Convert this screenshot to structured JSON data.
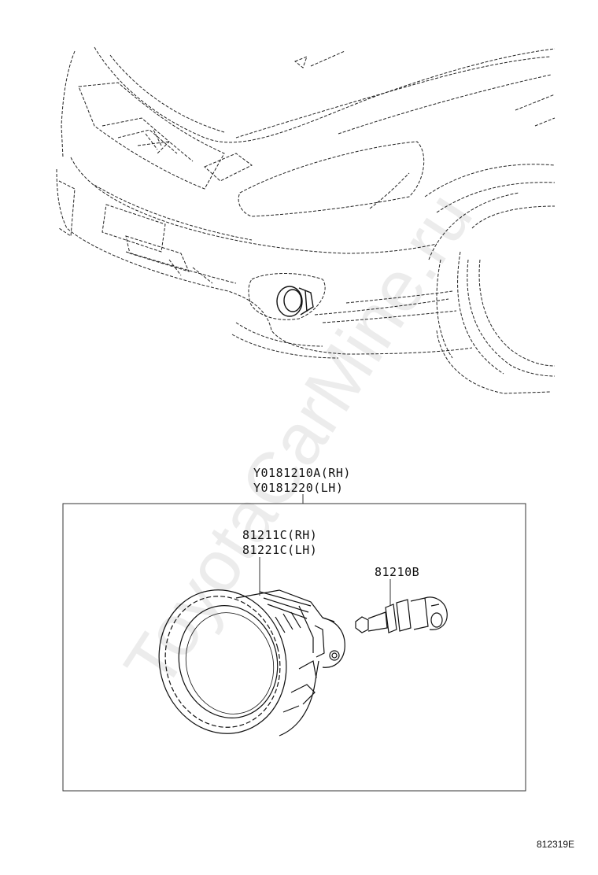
{
  "watermark": "ToyotaCarMine.ru",
  "assembly": {
    "line1": "Y0181210A(RH)",
    "line2": "Y0181220(LH)"
  },
  "lamp_unit": {
    "line1": "81211C(RH)",
    "line2": "81221C(LH)"
  },
  "bulb": {
    "label": "81210B"
  },
  "figure_id": "812319E"
}
